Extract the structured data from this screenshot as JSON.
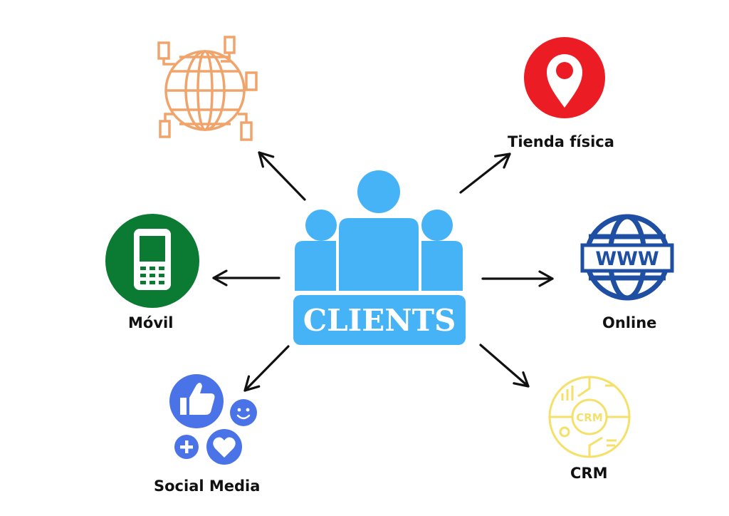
{
  "center": {
    "label": "CLIENTS"
  },
  "nodes": {
    "globe": {
      "icon": "network-globe-icon",
      "label": ""
    },
    "tienda": {
      "icon": "location-pin-icon",
      "label": "Tienda física"
    },
    "movil": {
      "icon": "mobile-phone-icon",
      "label": "Móvil"
    },
    "online": {
      "icon": "www-globe-icon",
      "label": "Online",
      "badge": "WWW"
    },
    "social": {
      "icon": "social-media-icons",
      "label": "Social Media"
    },
    "crm": {
      "icon": "crm-icon",
      "label": "CRM",
      "badge": "CRM"
    }
  },
  "colors": {
    "center_blue": "#45b3f5",
    "globe_orange": "#f0a46c",
    "tienda_red": "#ec1c24",
    "movil_green": "#0b7a33",
    "online_blue": "#1e4fa3",
    "social_blue": "#4a73e8",
    "crm_yellow": "#f5e06a"
  }
}
